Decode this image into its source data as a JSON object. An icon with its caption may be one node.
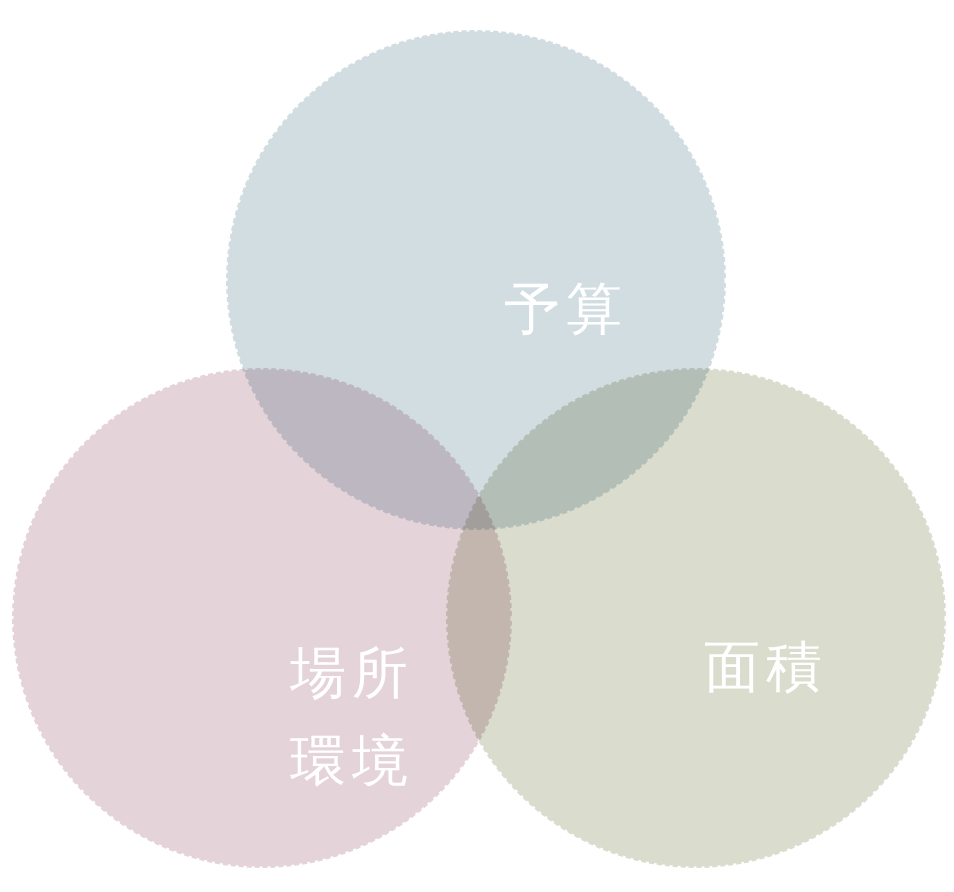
{
  "diagram": {
    "nodes": [
      {
        "text": [
          "予算"
        ]
      },
      {
        "text": [
          "場所環境"
        ]
      },
      {
        "text": [
          "面積"
        ]
      }
    ]
  }
}
